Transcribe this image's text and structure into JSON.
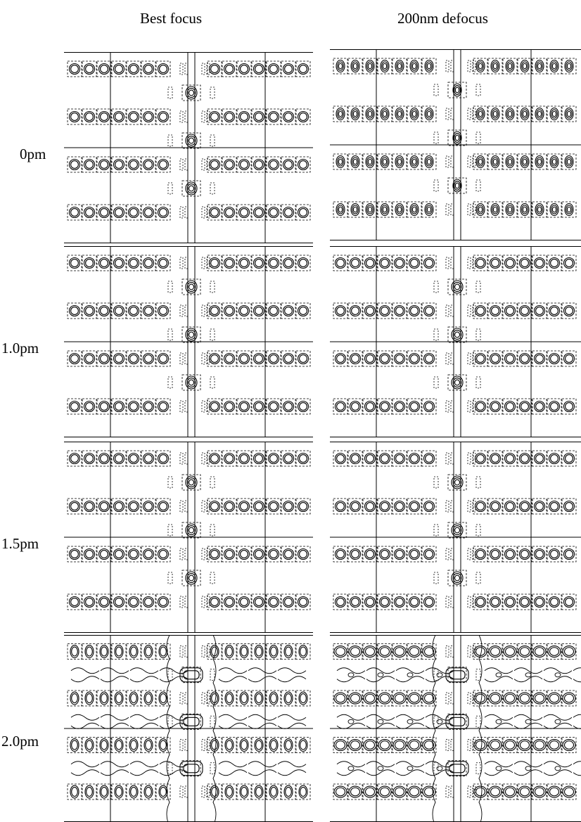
{
  "column_titles": [
    "Best focus",
    "200nm defocus"
  ],
  "row_labels": [
    "0pm",
    "1.0pm",
    "1.5pm",
    "2.0pm"
  ],
  "colors": {
    "stroke": "#000000",
    "background": "#ffffff"
  }
}
